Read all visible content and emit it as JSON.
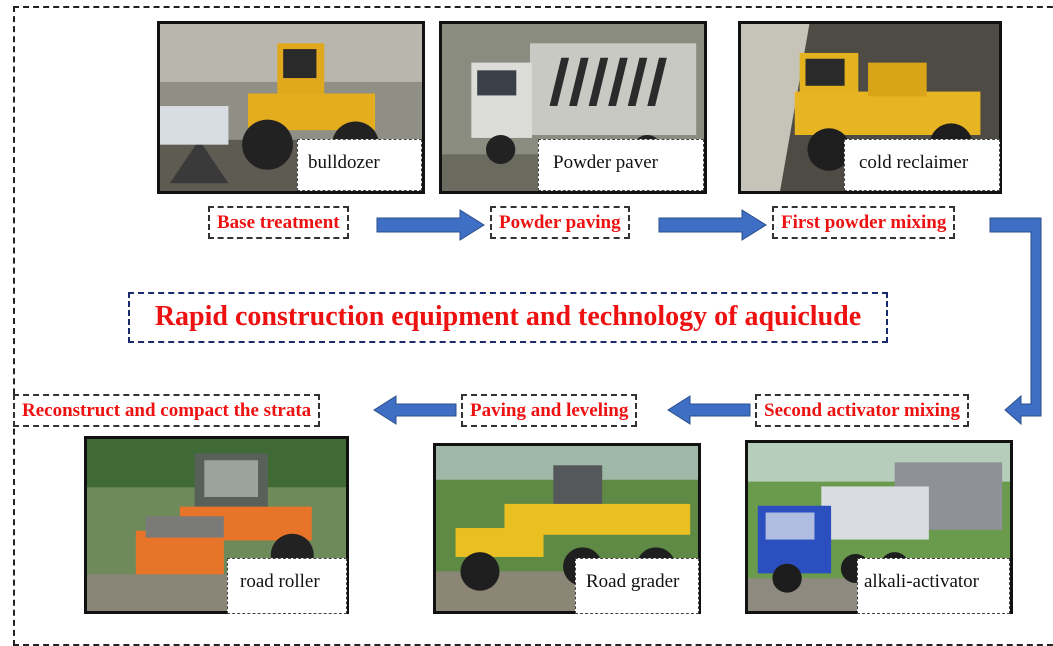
{
  "title": "Rapid construction equipment and technology of aquiclude",
  "equipment": {
    "bulldozer": "bulldozer",
    "powder_paver": "Powder paver",
    "cold_reclaimer": "cold reclaimer",
    "road_roller": "road roller",
    "road_grader": "Road grader",
    "alkali_activator": "alkali-activator"
  },
  "steps": {
    "base_treatment": "Base treatment",
    "powder_paving": "Powder paving",
    "first_powder_mixing": "First powder mixing",
    "second_activator_mixing": "Second activator mixing",
    "paving_and_leveling": "Paving and leveling",
    "reconstruct": "Reconstruct and compact the strata"
  },
  "colors": {
    "step_text": "#ee1111",
    "arrow": "#3f6fc4",
    "title_border": "#1a2a6c"
  }
}
